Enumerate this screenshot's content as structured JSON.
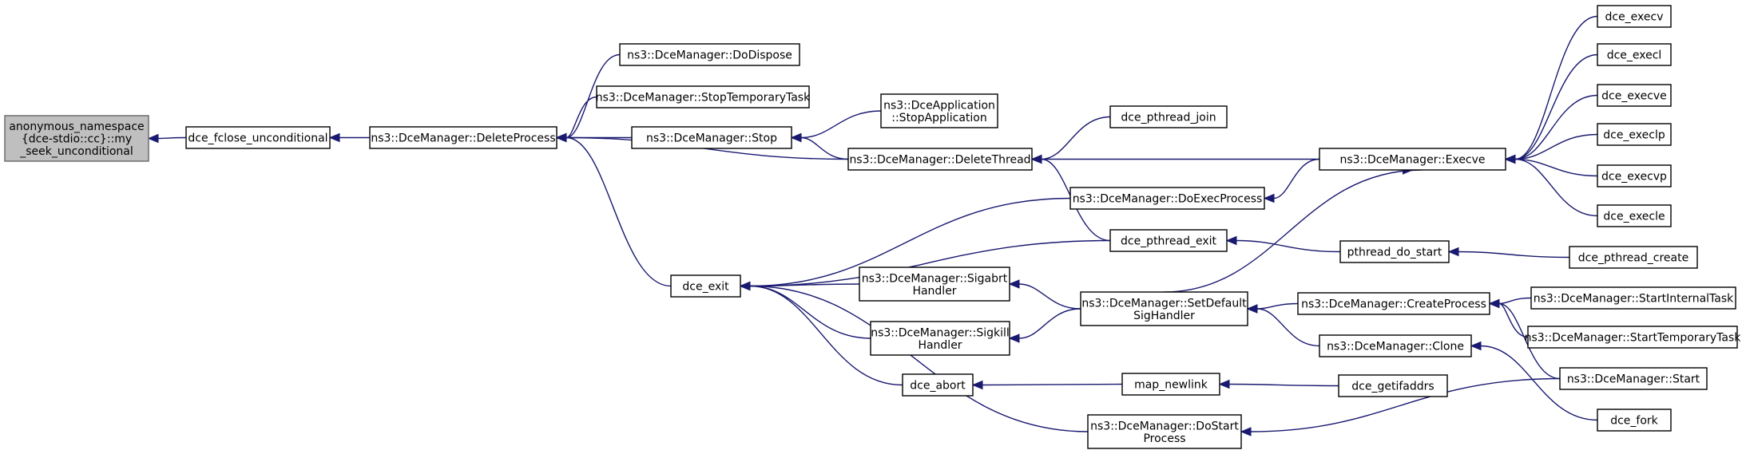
{
  "graph": {
    "nodes": [
      {
        "id": "anon",
        "lines": [
          "anonymous_namespace",
          "{dce-stdio::cc}::my",
          "_seek_unconditional"
        ],
        "highlight": true
      },
      {
        "id": "fclose",
        "lines": [
          "dce_fclose_unconditional"
        ]
      },
      {
        "id": "deleteprocess",
        "lines": [
          "ns3::DceManager::DeleteProcess"
        ]
      },
      {
        "id": "dodispose",
        "lines": [
          "ns3::DceManager::DoDispose"
        ]
      },
      {
        "id": "stoptemp",
        "lines": [
          "ns3::DceManager::StopTemporaryTask"
        ]
      },
      {
        "id": "stop",
        "lines": [
          "ns3::DceManager::Stop"
        ]
      },
      {
        "id": "stopapp",
        "lines": [
          "ns3::DceApplication",
          "::StopApplication"
        ]
      },
      {
        "id": "deletethread",
        "lines": [
          "ns3::DceManager::DeleteThread"
        ]
      },
      {
        "id": "pjoin",
        "lines": [
          "dce_pthread_join"
        ]
      },
      {
        "id": "dceexit",
        "lines": [
          "dce_exit"
        ]
      },
      {
        "id": "doexec",
        "lines": [
          "ns3::DceManager::DoExecProcess"
        ]
      },
      {
        "id": "pexit",
        "lines": [
          "dce_pthread_exit"
        ]
      },
      {
        "id": "sigabrt",
        "lines": [
          "ns3::DceManager::Sigabrt",
          "Handler"
        ]
      },
      {
        "id": "sigkill",
        "lines": [
          "ns3::DceManager::Sigkill",
          "Handler"
        ]
      },
      {
        "id": "setdefault",
        "lines": [
          "ns3::DceManager::SetDefault",
          "SigHandler"
        ]
      },
      {
        "id": "abort",
        "lines": [
          "dce_abort"
        ]
      },
      {
        "id": "mapnew",
        "lines": [
          "map_newlink"
        ]
      },
      {
        "id": "dostart",
        "lines": [
          "ns3::DceManager::DoStart",
          "Process"
        ]
      },
      {
        "id": "execve",
        "lines": [
          "ns3::DceManager::Execve"
        ]
      },
      {
        "id": "pdostart",
        "lines": [
          "pthread_do_start"
        ]
      },
      {
        "id": "createproc",
        "lines": [
          "ns3::DceManager::CreateProcess"
        ]
      },
      {
        "id": "clone",
        "lines": [
          "ns3::DceManager::Clone"
        ]
      },
      {
        "id": "getifaddrs",
        "lines": [
          "dce_getifaddrs"
        ]
      },
      {
        "id": "execv",
        "lines": [
          "dce_execv"
        ]
      },
      {
        "id": "execl",
        "lines": [
          "dce_execl"
        ]
      },
      {
        "id": "execve2",
        "lines": [
          "dce_execve"
        ]
      },
      {
        "id": "execlp",
        "lines": [
          "dce_execlp"
        ]
      },
      {
        "id": "execvp",
        "lines": [
          "dce_execvp"
        ]
      },
      {
        "id": "execle",
        "lines": [
          "dce_execle"
        ]
      },
      {
        "id": "pcreate",
        "lines": [
          "dce_pthread_create"
        ]
      },
      {
        "id": "startinternal",
        "lines": [
          "ns3::DceManager::StartInternalTask"
        ]
      },
      {
        "id": "starttemp",
        "lines": [
          "ns3::DceManager::StartTemporaryTask"
        ]
      },
      {
        "id": "start",
        "lines": [
          "ns3::DceManager::Start"
        ]
      },
      {
        "id": "fork",
        "lines": [
          "dce_fork"
        ]
      }
    ],
    "edges": [
      {
        "from": "fclose",
        "to": "anon"
      },
      {
        "from": "deleteprocess",
        "to": "fclose"
      },
      {
        "from": "dodispose",
        "to": "deleteprocess"
      },
      {
        "from": "stoptemp",
        "to": "deleteprocess"
      },
      {
        "from": "stop",
        "to": "deleteprocess"
      },
      {
        "from": "deletethread",
        "to": "deleteprocess"
      },
      {
        "from": "dceexit",
        "to": "deleteprocess"
      },
      {
        "from": "stopapp",
        "to": "stop"
      },
      {
        "from": "deletethread",
        "to": "stop"
      },
      {
        "from": "pjoin",
        "to": "deletethread"
      },
      {
        "from": "execve",
        "to": "deletethread"
      },
      {
        "from": "pexit",
        "to": "deletethread"
      },
      {
        "from": "doexec",
        "to": "dceexit"
      },
      {
        "from": "pexit",
        "to": "dceexit"
      },
      {
        "from": "sigabrt",
        "to": "dceexit"
      },
      {
        "from": "sigkill",
        "to": "dceexit"
      },
      {
        "from": "abort",
        "to": "dceexit"
      },
      {
        "from": "dostart",
        "to": "dceexit"
      },
      {
        "from": "execve",
        "to": "doexec"
      },
      {
        "from": "pdostart",
        "to": "pexit"
      },
      {
        "from": "setdefault",
        "to": "sigabrt"
      },
      {
        "from": "setdefault",
        "to": "sigkill"
      },
      {
        "from": "mapnew",
        "to": "abort"
      },
      {
        "from": "start",
        "to": "dostart"
      },
      {
        "from": "execv",
        "to": "execve"
      },
      {
        "from": "execl",
        "to": "execve"
      },
      {
        "from": "execve2",
        "to": "execve"
      },
      {
        "from": "execlp",
        "to": "execve"
      },
      {
        "from": "execvp",
        "to": "execve"
      },
      {
        "from": "execle",
        "to": "execve"
      },
      {
        "from": "setdefault",
        "to": "execve"
      },
      {
        "from": "pcreate",
        "to": "pdostart"
      },
      {
        "from": "createproc",
        "to": "setdefault"
      },
      {
        "from": "clone",
        "to": "setdefault"
      },
      {
        "from": "getifaddrs",
        "to": "mapnew"
      },
      {
        "from": "startinternal",
        "to": "createproc"
      },
      {
        "from": "starttemp",
        "to": "createproc"
      },
      {
        "from": "start",
        "to": "createproc"
      },
      {
        "from": "fork",
        "to": "clone"
      }
    ]
  }
}
